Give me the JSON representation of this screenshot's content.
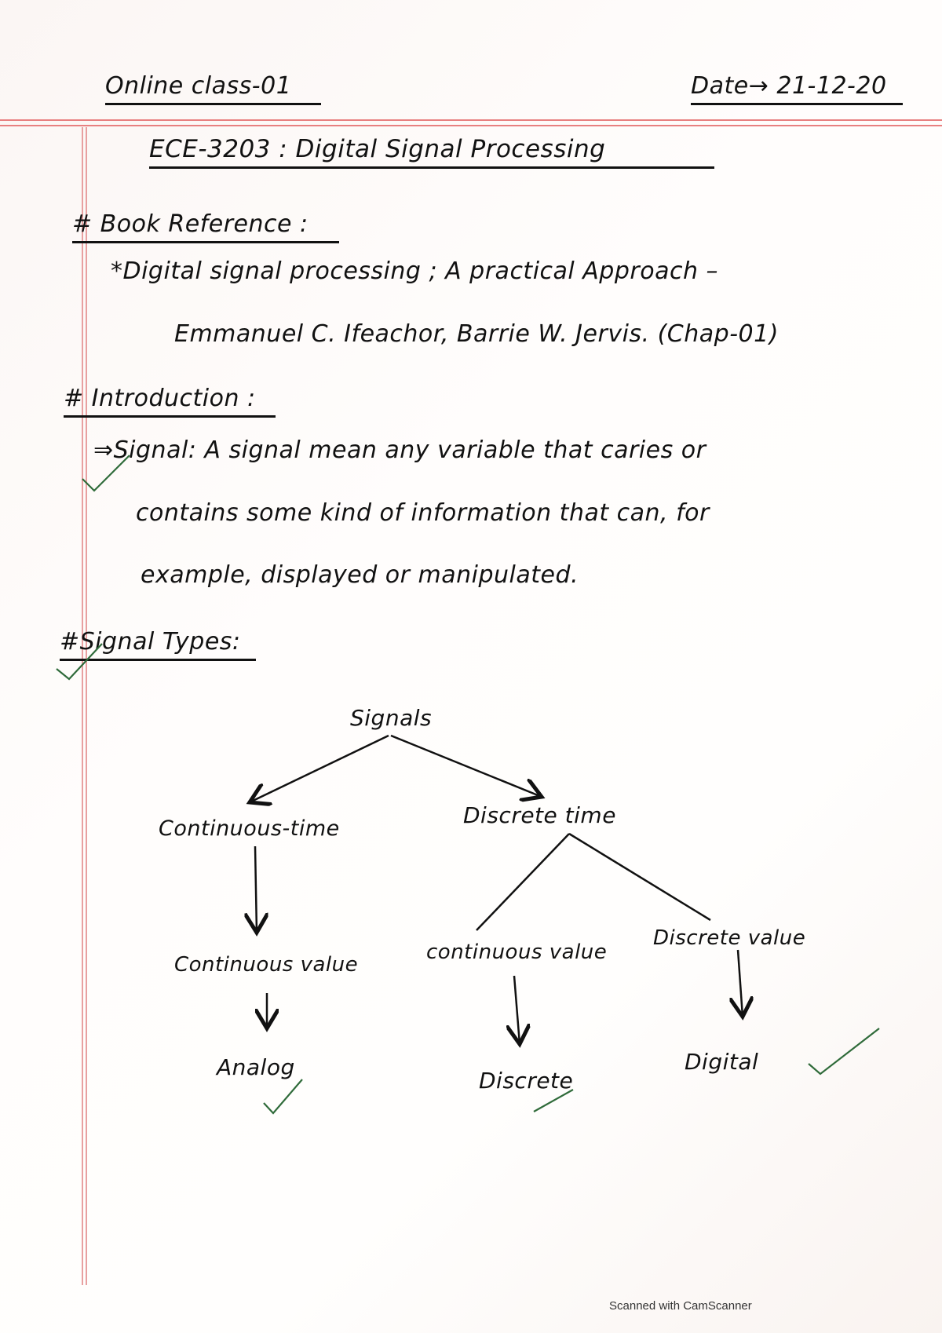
{
  "header": {
    "class_label": "Online class-01",
    "date": "Date→ 21-12-20"
  },
  "title": "ECE-3203 : Digital Signal Processing",
  "book_reference": {
    "heading": "# Book Reference :",
    "line1": "*Digital signal processing ; A practical Approach –",
    "line2": "Emmanuel C. Ifeachor, Barrie W. Jervis. (Chap-01)"
  },
  "introduction": {
    "heading": "# Introduction :",
    "line1": "⇒Signal: A signal mean any variable that caries or",
    "line2": "contains some kind of information that can, for",
    "line3": "example, displayed or manipulated."
  },
  "signal_types": {
    "heading": "#Signal Types:",
    "tree": {
      "root": "Signals",
      "continuous_time": "Continuous-time",
      "discrete_time": "Discrete time",
      "ct_continuous_value": "Continuous value",
      "dt_continuous_value": "continuous value",
      "dt_discrete_value": "Discrete value",
      "analog": "Analog",
      "discrete": "Discrete",
      "digital": "Digital"
    }
  },
  "footer": {
    "watermark": "Scanned with CamScanner"
  },
  "colors": {
    "ink": "#111111",
    "margin_red": "#e88080",
    "check_green": "#2f6b3a"
  }
}
